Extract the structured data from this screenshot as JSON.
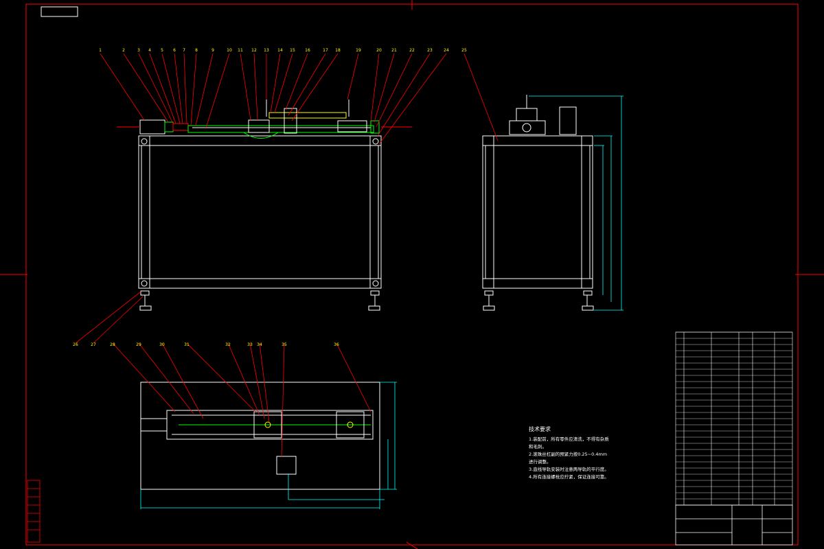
{
  "drawing": {
    "tech_title": "技术要求",
    "tech_lines": [
      "1.装配前，所有零件应清洗，不得有杂质",
      "  和毛刺。",
      "2.滚珠丝杠副的预紧力按0.25~0.4mm",
      "  进行调整。",
      "3.直线导轨安装时注意两导轨的平行度。",
      "4.所有连接螺栓应拧紧，保证连接可靠。"
    ],
    "callouts_top": [
      "1",
      "2",
      "3",
      "4",
      "5",
      "6",
      "7",
      "8",
      "9",
      "10",
      "11",
      "12",
      "13",
      "14",
      "15",
      "16",
      "17",
      "18",
      "19",
      "20",
      "21",
      "22",
      "23",
      "24",
      "25"
    ],
    "callouts_plan": [
      "26",
      "27",
      "28",
      "29",
      "30",
      "31",
      "32",
      "33",
      "34",
      "35",
      "36"
    ],
    "colors": {
      "frame": "#ff0000",
      "outline": "#ffffff",
      "part": "#00ff00",
      "rail": "#ffff00",
      "dim": "#00ffff",
      "accent": "#ff00ff"
    }
  }
}
